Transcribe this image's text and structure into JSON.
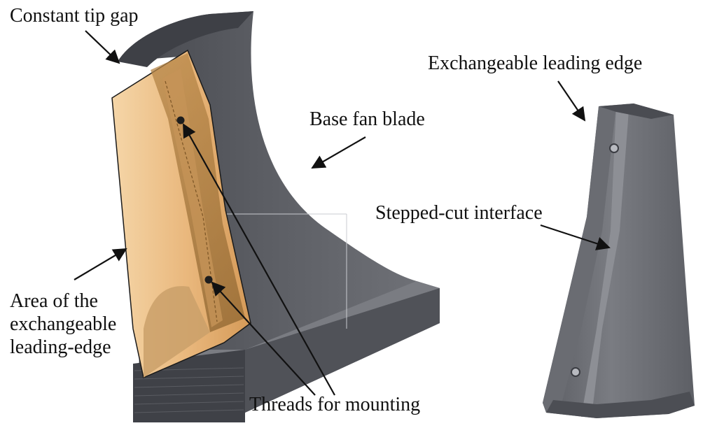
{
  "labels": {
    "constant_tip_gap": "Constant tip gap",
    "base_fan_blade": "Base fan blade",
    "area_exchangeable": [
      "Area of the",
      "exchangeable",
      "leading-edge"
    ],
    "threads_mounting": "Threads for mounting",
    "exchangeable_leading_edge": "Exchangeable leading edge",
    "stepped_cut_interface": "Stepped-cut interface"
  },
  "colors": {
    "blade_dark": "#55575d",
    "blade_mid": "#6a6c72",
    "blade_light": "#7b7d83",
    "insert_tan": "#e7b377",
    "insert_tan_light": "#f3d3a4",
    "thread_hole": "#1d1d1d",
    "arrow": "#111111"
  }
}
